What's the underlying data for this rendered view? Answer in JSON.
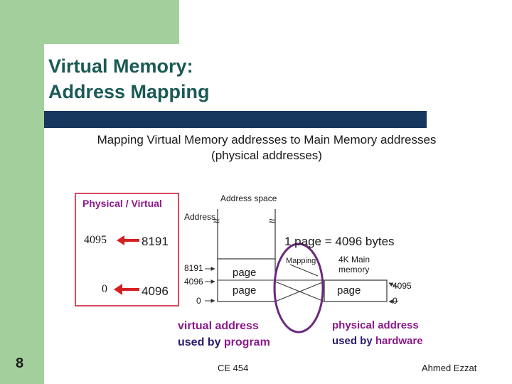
{
  "slide": {
    "title_line1": "Virtual Memory:",
    "title_line2": "Address Mapping",
    "subtitle_line1": "Mapping Virtual Memory addresses to Main Memory addresses",
    "subtitle_line2": "(physical addresses)",
    "slide_number": "8",
    "footer_course": "CE 454",
    "footer_author": "Ahmed Ezzat"
  },
  "diagram": {
    "header": "Physical / Virtual",
    "physical_top": "4095",
    "virtual_top": "8191",
    "physical_bottom": "0",
    "virtual_bottom": "4096",
    "page_size_note": "1 page = 4096 bytes",
    "address_space_label": "Address space",
    "address_label": "Address",
    "tick_8191": "8191",
    "tick_4096": "4096",
    "tick_0": "0",
    "page_upper": "page",
    "page_lower": "page",
    "page_physical": "page",
    "mapping_label": "Mapping",
    "main_memory_line1": "4K Main",
    "main_memory_line2": "memory",
    "tick_phys_4095": "4095",
    "tick_phys_0": "0",
    "break_symbol": "≈",
    "virtual_caption_line1": "virtual address",
    "virtual_caption_line2_a": "used by ",
    "virtual_caption_line2_b": "program",
    "physical_caption_line1": "physical address",
    "physical_caption_line2_a": "used by ",
    "physical_caption_line2_b": "hardware"
  },
  "colors": {
    "green": "#a3cf9c",
    "title_text": "#1a5a55",
    "title_bar": "#17375e",
    "purple": "#8a1a8a",
    "navy": "#2a1a6e",
    "red_arrow": "#d62020",
    "box_border": "#c8102e",
    "circle": "#6a2a7e"
  }
}
